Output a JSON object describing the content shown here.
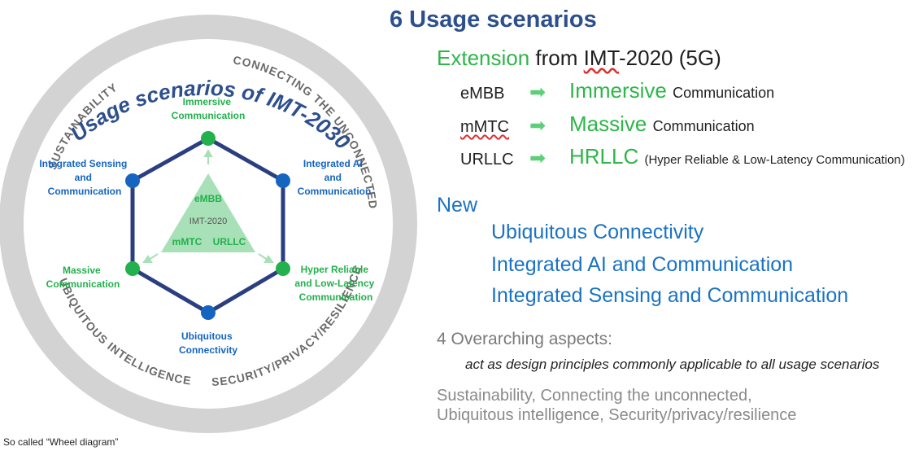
{
  "wheel": {
    "arc_title": "Usage scenarios of IMT-2030",
    "ring_labels": {
      "top_left": "SUSTAINABILITY",
      "top_right": "CONNECTING THE UNCONNECTED",
      "bottom_left": "UBIQUITOUS INTELLIGENCE",
      "bottom_right": "SECURITY/PRIVACY/RESILIENCE"
    },
    "nodes": {
      "top": {
        "lines": [
          "Immersive",
          "Communication"
        ],
        "color": "#22b14c"
      },
      "upper_right": {
        "lines": [
          "Integrated AI",
          "and",
          "Communication"
        ],
        "color": "#1565c0"
      },
      "lower_right": {
        "lines": [
          "Hyper Reliable",
          "and Low-Latency",
          "Communication"
        ],
        "color": "#22b14c"
      },
      "bottom": {
        "lines": [
          "Ubiquitous",
          "Connectivity"
        ],
        "color": "#1565c0"
      },
      "lower_left": {
        "lines": [
          "Massive",
          "Communication"
        ],
        "color": "#22b14c"
      },
      "upper_left": {
        "lines": [
          "Integrated Sensing",
          "and",
          "Communication"
        ],
        "color": "#1565c0"
      }
    },
    "triangle": {
      "top": "eMBB",
      "center": "IMT-2020",
      "left": "mMTC",
      "right": "URLLC"
    },
    "colors": {
      "ring": "#d3d3d3",
      "ring_text": "#6a6a6a",
      "hexagon": "#2b3f80",
      "title": "#2d4f8e",
      "triangle": "#a8e0b8",
      "triangle_text": "#22b14c"
    }
  },
  "panel": {
    "title": "6 Usage scenarios",
    "extension_word": "Extension",
    "extension_from": "from",
    "extension_ref": "IMT",
    "extension_rest": "-2020 (5G)",
    "mappings": [
      {
        "old": "eMBB",
        "new": "Immersive",
        "desc": "Communication"
      },
      {
        "old": "mMTC",
        "new": "Massive",
        "desc": "Communication"
      },
      {
        "old": "URLLC",
        "new": "HRLLC",
        "desc": "(Hyper Reliable & Low-Latency Communication)"
      }
    ],
    "new_heading": "New",
    "new_items": [
      "Ubiquitous Connectivity",
      "Integrated AI and Communication",
      "Integrated Sensing and Communication"
    ],
    "aspects_heading": "4 Overarching aspects:",
    "aspects_note": "act as design principles commonly applicable to all usage scenarios",
    "aspects_lines": [
      "Sustainability, Connecting the unconnected,",
      "Ubiquitous intelligence, Security/privacy/resilience"
    ]
  },
  "caption": "So called “Wheel diagram”"
}
